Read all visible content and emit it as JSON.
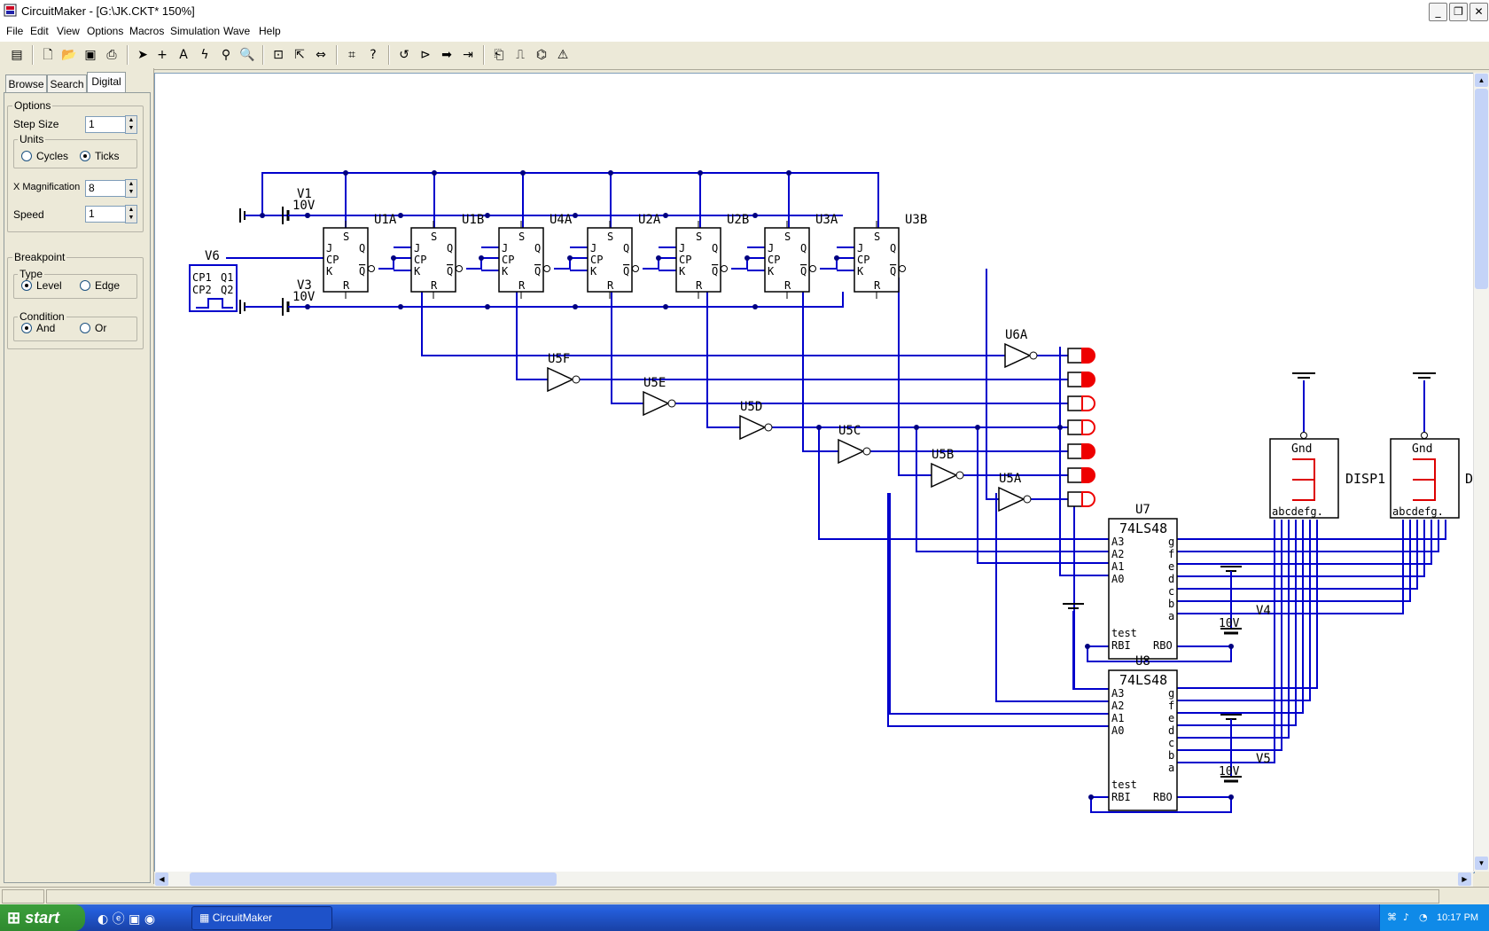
{
  "window": {
    "title": "CircuitMaker - [G:\\JK.CKT* 150%]",
    "minimize": "_",
    "restore": "❐",
    "close": "✕"
  },
  "menu": [
    "File",
    "Edit",
    "View",
    "Options",
    "Macros",
    "Simulation",
    "Wave",
    "Help"
  ],
  "toolbar": {
    "icons": [
      "control-panel-icon",
      "new-file-icon",
      "open-folder-icon",
      "save-icon",
      "print-icon",
      "arrow-tool-icon",
      "wire-tool-icon",
      "text-tool-icon",
      "probe-tool-icon",
      "rotate-tool-icon",
      "zoom-tool-icon",
      "zoom-fit-icon",
      "move-icon",
      "flip-icon",
      "netlist-icon",
      "help-icon",
      "undo-icon",
      "digital-sim-icon",
      "step-icon",
      "trace-icon",
      "macro-icon",
      "waveform-icon",
      "analog-icon",
      "fault-icon"
    ]
  },
  "left_panel": {
    "tabs": [
      "Browse",
      "Search",
      "Digital"
    ],
    "active_tab": "Digital",
    "options": {
      "title": "Options",
      "step_size_label": "Step Size",
      "step_size": "1",
      "units_title": "Units",
      "unit_cycles": "Cycles",
      "unit_ticks": "Ticks",
      "units_selected": "Ticks",
      "x_mag_label": "X Magnification",
      "x_mag": "8",
      "speed_label": "Speed",
      "speed": "1"
    },
    "breakpoint": {
      "title": "Breakpoint",
      "type_title": "Type",
      "type_level": "Level",
      "type_edge": "Edge",
      "type_selected": "Level",
      "condition_title": "Condition",
      "cond_and": "And",
      "cond_or": "Or",
      "cond_selected": "And"
    }
  },
  "schematic": {
    "sources": [
      {
        "name": "V1",
        "value": "10V"
      },
      {
        "name": "V3",
        "value": "10V"
      },
      {
        "name": "V6",
        "pins": [
          "CP1",
          "Q1",
          "CP2",
          "Q2"
        ]
      }
    ],
    "flipflops": [
      "U1A",
      "U1B",
      "U4A",
      "U2A",
      "U2B",
      "U3A",
      "U3B"
    ],
    "ff_pins": {
      "j": "J",
      "cp": "CP",
      "k": "K",
      "s": "S",
      "r": "R",
      "q": "Q",
      "qbar": "Q"
    },
    "inverters": [
      "U6A",
      "U5F",
      "U5E",
      "U5D",
      "U5C",
      "U5B",
      "U5A"
    ],
    "leds": {
      "count": 7,
      "lit": [
        true,
        true,
        false,
        false,
        true,
        true,
        false
      ]
    },
    "decoders": [
      {
        "name": "U7",
        "part": "74LS48"
      },
      {
        "name": "U8",
        "part": "74LS48"
      }
    ],
    "decoder_pins": {
      "inputs": [
        "A3",
        "A2",
        "A1",
        "A0"
      ],
      "outputs": [
        "g",
        "f",
        "e",
        "d",
        "c",
        "b",
        "a"
      ],
      "test": "test",
      "rbi": "RBI",
      "rbo": "RBO"
    },
    "batteries": [
      {
        "name": "V4",
        "value": "10V"
      },
      {
        "name": "V5",
        "value": "10V"
      }
    ],
    "displays": [
      {
        "name": "DISP1",
        "gnd": "Gnd",
        "pins": "abcdefg."
      },
      {
        "name": "D",
        "gnd": "Gnd",
        "pins": "abcdefg."
      }
    ]
  },
  "taskbar": {
    "start": "start",
    "task": "CircuitMaker",
    "clock": "10:17 PM"
  },
  "colors": {
    "wire": "#0000cc",
    "led_on": "#ee0000",
    "segment": "#dd0000",
    "junction": "#000080"
  }
}
